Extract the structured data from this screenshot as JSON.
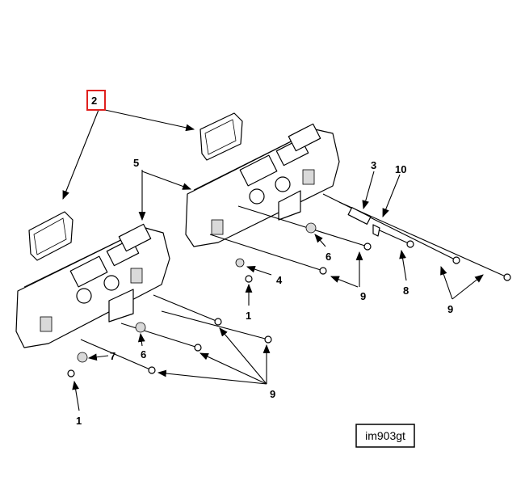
{
  "diagram": {
    "callouts": {
      "gasket": "2",
      "manifold": "5",
      "sleeve": "3",
      "bracket": "10",
      "plug_upper": "6",
      "plug_lower": "6",
      "cap": "4",
      "screw_upper": "1",
      "screw_lower": "1",
      "bolt_upper_mid": "9",
      "bolt_upper_right": "9",
      "bolt_lower": "9",
      "bolt_single": "8",
      "washer": "7"
    },
    "highlight_color": "#e0201e",
    "figure_id": "im903gt"
  }
}
